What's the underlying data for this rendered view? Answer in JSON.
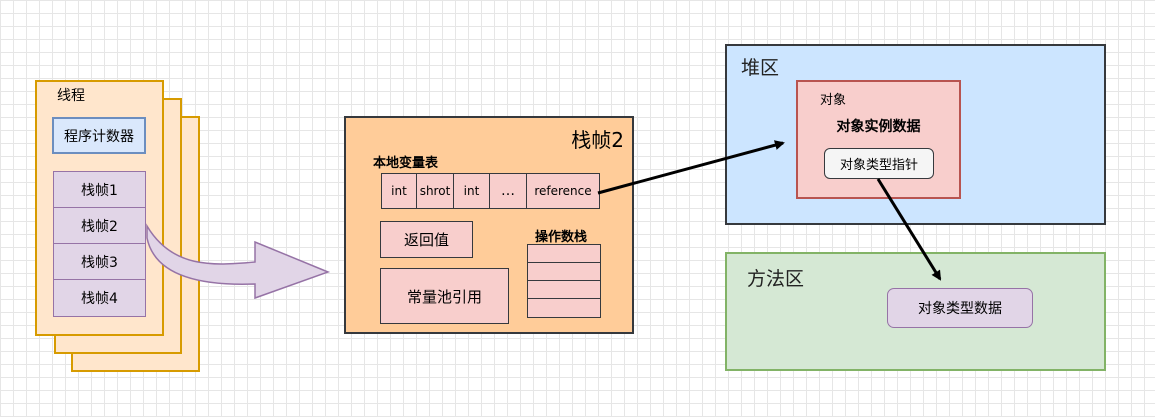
{
  "thread": {
    "title": "线程",
    "pc": "程序计数器",
    "frames": [
      "栈帧1",
      "栈帧2",
      "栈帧3",
      "栈帧4"
    ]
  },
  "stack_frame": {
    "title": "栈帧2",
    "local_vars_label": "本地变量表",
    "slots": [
      "int",
      "shrot",
      "int",
      "…",
      "reference"
    ],
    "return_value": "返回值",
    "operand_stack_label": "操作数栈",
    "constant_pool_ref": "常量池引用"
  },
  "heap": {
    "title": "堆区",
    "object_label": "对象",
    "instance_data": "对象实例数据",
    "type_pointer": "对象类型指针"
  },
  "method_area": {
    "title": "方法区",
    "type_data": "对象类型数据"
  },
  "colors": {
    "thread_fill": "#ffe6cc",
    "thread_stroke": "#d79b00",
    "pc_fill": "#dae8fc",
    "frame_fill": "#e1d5e7",
    "stack_frame_fill": "#ffcc99",
    "cell_fill": "#f8cecc",
    "heap_fill": "#cce5ff",
    "method_fill": "#d5e8d4",
    "arrow_fill": "#e1d5e7",
    "arrow_stroke": "#9673a6"
  }
}
